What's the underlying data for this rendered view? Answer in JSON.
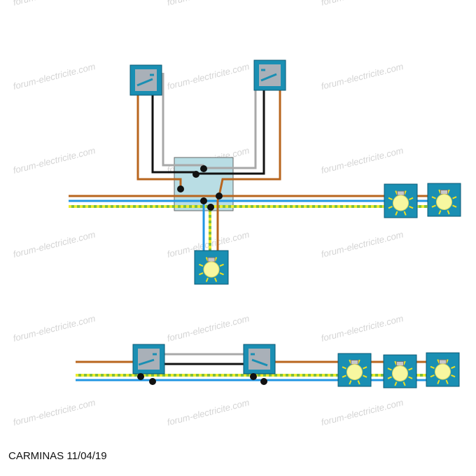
{
  "watermark": "forum-electricite.com",
  "caption": "CARMINAS 11/04/19",
  "diagram": {
    "top_circuit": {
      "switches": 2,
      "junction_box": 1,
      "lamps": 3
    },
    "bottom_circuit": {
      "switches": 2,
      "lamps": 3
    }
  },
  "colors": {
    "phase": "#b8651e",
    "neutral": "#2196e3",
    "earth_yellow": "#ecec2a",
    "earth_green": "#7fbf3f",
    "traveler_grey": "#a8a8a8",
    "traveler_black": "#111111",
    "box_fill": "#b9dde4",
    "switch_frame": "#1a8fb3",
    "switch_plate": "#a9b0b8",
    "lamp_frame": "#1a8fb3",
    "bulb": "#f7f7a0",
    "rays": "#f0e020",
    "terminal": "#111111"
  }
}
